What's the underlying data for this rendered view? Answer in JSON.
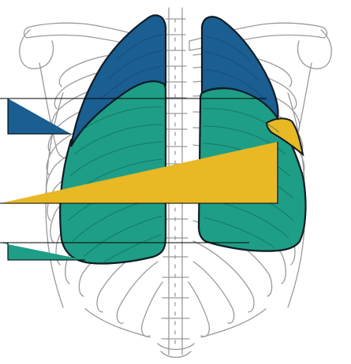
{
  "diagram": {
    "lobes": [
      {
        "name": "upper-lobe",
        "color": "#1a5e92"
      },
      {
        "name": "lower-lobe",
        "color": "#1e9e86"
      },
      {
        "name": "middle-lobe",
        "color": "#e8b825"
      }
    ],
    "outline_color": "#0f1c24",
    "skeleton_stroke": "#9a9a9a",
    "leader_line_color": "#000000",
    "callout_lines": 3
  }
}
